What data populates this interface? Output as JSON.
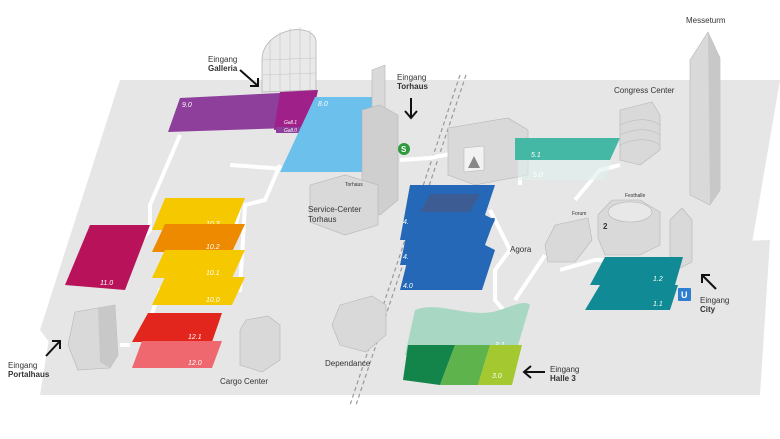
{
  "map": {
    "colors": {
      "ground": "#e6e6e6",
      "walkway": "#ffffff",
      "building": "#d9d9d9",
      "building_edge": "#b5b5b5",
      "h9": "#8e3f9c",
      "galleria": "#a0208a",
      "h8": "#6cc0ec",
      "h11": "#b8135a",
      "h10": "#f6c800",
      "h10_2": "#ee8a00",
      "h12": "#e2261d",
      "h12_0": "#ef6870",
      "h4": "#2568b7",
      "h4_2_top": "#3d5c94",
      "h3_roof": "#a8d8c4",
      "h3_floor_dark": "#13844a",
      "h3_floor_mid": "#5fb34d",
      "h3_floor_light": "#a3c830",
      "h5": "#44b8a4",
      "h1": "#108a94",
      "ubahn": "#2f7fd0",
      "sbahn": "#2e9a3d"
    },
    "halls": {
      "h9_0": "9.0",
      "h8_0": "8.0",
      "gal1": "Gall.1",
      "gal0": "Gall.0",
      "h11_0": "11.0",
      "h10_3": "10.3",
      "h10_2": "10.2",
      "h10_1": "10.1",
      "h10_0": "10.0",
      "h12_1": "12.1",
      "h12_0": "12.0",
      "h4_2": "4.2",
      "h4_1": "4.1",
      "h4_0": "4.0",
      "h3_1": "3.1",
      "h3_0": "3.0",
      "h5_1": "5.1",
      "h5_0": "5.0",
      "h1_2": "1.2",
      "h1_1": "1.1"
    },
    "labels": {
      "messeturm": "Messeturm",
      "congress_center": "Congress Center",
      "festhalle": "Festhalle",
      "forum": "Forum",
      "agora": "Agora",
      "torhaus_small": "Torhaus",
      "service_center_1": "Service-Center",
      "service_center_2": "Torhaus",
      "cargo_center": "Cargo Center",
      "dependance": "Dependance",
      "festhalle_num": "2"
    },
    "entrances": {
      "galleria": {
        "line1": "Eingang",
        "line2": "Galleria"
      },
      "torhaus": {
        "line1": "Eingang",
        "line2": "Torhaus"
      },
      "portalhaus": {
        "line1": "Eingang",
        "line2": "Portalhaus"
      },
      "halle3": {
        "line1": "Eingang",
        "line2": "Halle 3"
      },
      "city": {
        "line1": "Eingang",
        "line2": "City"
      }
    },
    "transit": {
      "ubahn": "U",
      "sbahn": "S"
    }
  }
}
